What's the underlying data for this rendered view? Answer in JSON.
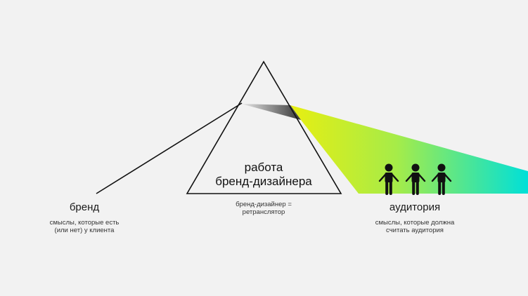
{
  "prism": {
    "line1": "работа",
    "line2": "бренд-дизайнера"
  },
  "brand": {
    "title": "бренд",
    "desc1": "смыслы, которые есть",
    "desc2": "(или нет) у клиента"
  },
  "designer": {
    "desc1": "бренд-дизайнер =",
    "desc2": "ретранслятор"
  },
  "audience": {
    "title": "аудитория",
    "desc1": "смыслы, которые должна",
    "desc2": "считать аудитория"
  },
  "colors": {
    "background": "#f2f2f2",
    "beam_start": "#e9ee10",
    "beam_mid": "#8fec5a",
    "beam_end": "#00e0d8",
    "inner_start": "#dedede",
    "inner_end": "#4a4a4a",
    "line": "#111111"
  },
  "icons": [
    "person-icon",
    "person-icon",
    "person-icon"
  ]
}
